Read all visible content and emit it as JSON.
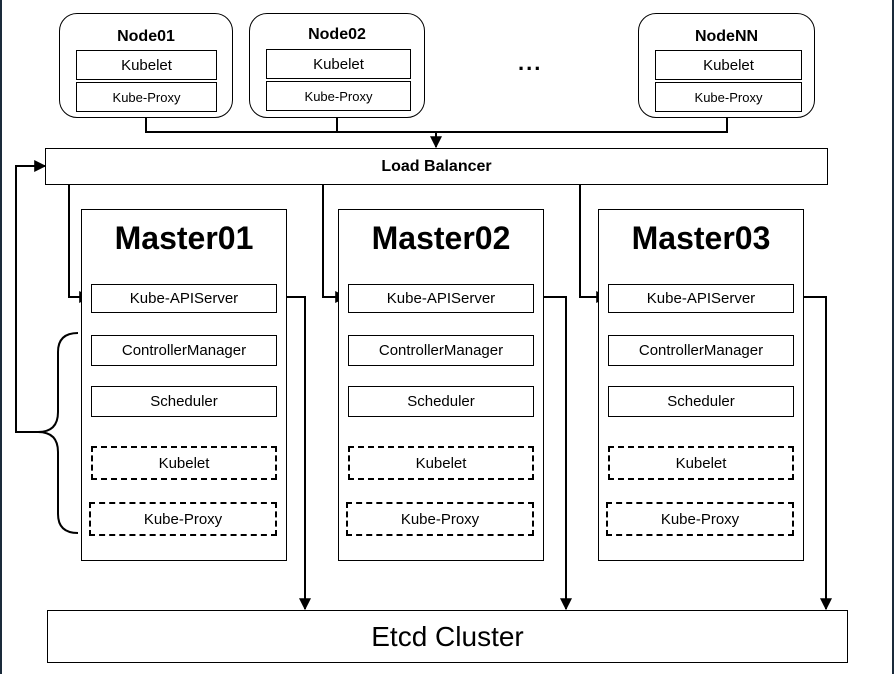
{
  "nodes": [
    {
      "title": "Node01",
      "kubelet": "Kubelet",
      "proxy": "Kube-Proxy"
    },
    {
      "title": "Node02",
      "kubelet": "Kubelet",
      "proxy": "Kube-Proxy"
    },
    {
      "title": "NodeNN",
      "kubelet": "Kubelet",
      "proxy": "Kube-Proxy"
    }
  ],
  "ellipsis": "...",
  "load_balancer": "Load Balancer",
  "masters": [
    {
      "title": "Master01",
      "api": "Kube-APIServer",
      "cm": "ControllerManager",
      "sched": "Scheduler",
      "kubelet": "Kubelet",
      "proxy": "Kube-Proxy"
    },
    {
      "title": "Master02",
      "api": "Kube-APIServer",
      "cm": "ControllerManager",
      "sched": "Scheduler",
      "kubelet": "Kubelet",
      "proxy": "Kube-Proxy"
    },
    {
      "title": "Master03",
      "api": "Kube-APIServer",
      "cm": "ControllerManager",
      "sched": "Scheduler",
      "kubelet": "Kubelet",
      "proxy": "Kube-Proxy"
    }
  ],
  "etcd": "Etcd Cluster"
}
